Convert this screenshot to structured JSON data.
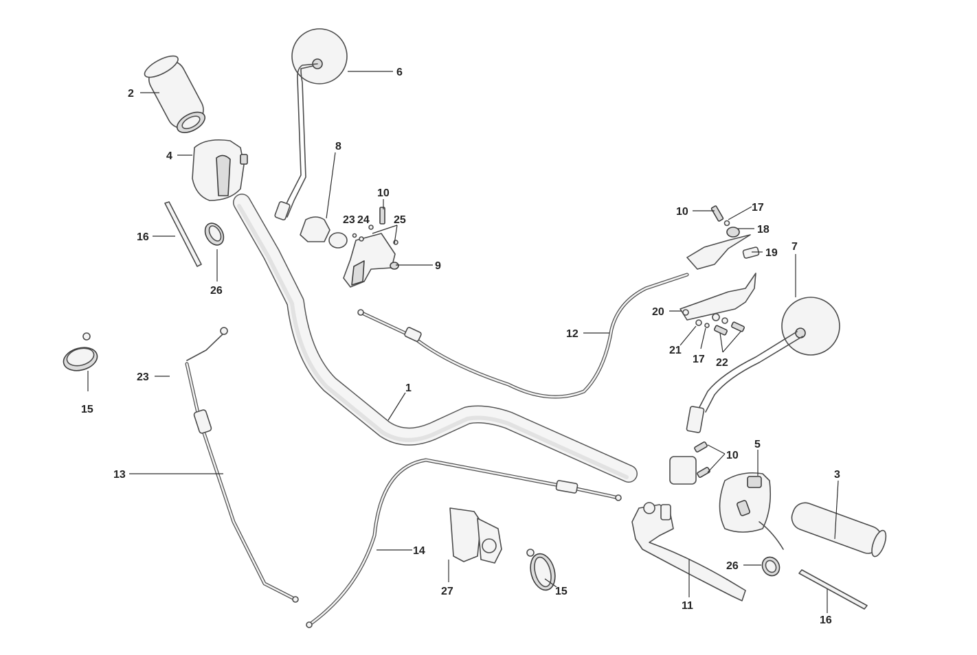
{
  "diagram": {
    "title": "Handlebar assembly exploded view",
    "colors": {
      "background": "#ffffff",
      "line": "#4a4a4a",
      "label": "#222222"
    },
    "parts": [
      {
        "id": "handlebar",
        "ref": "1"
      },
      {
        "id": "left-grip",
        "ref": "2"
      },
      {
        "id": "right-grip",
        "ref": "3"
      },
      {
        "id": "left-switch-housing",
        "ref": "4"
      },
      {
        "id": "right-switch-housing",
        "ref": "5"
      },
      {
        "id": "left-mirror",
        "ref": "6"
      },
      {
        "id": "right-mirror",
        "ref": "7"
      },
      {
        "id": "lever-bracket",
        "ref": "8"
      },
      {
        "id": "brake-master-cylinder",
        "ref": "9"
      },
      {
        "id": "clutch-lever",
        "ref": "11"
      },
      {
        "id": "cable-12",
        "ref": "12"
      },
      {
        "id": "throttle-cable",
        "ref": "13"
      },
      {
        "id": "cable-14",
        "ref": "14"
      },
      {
        "id": "mount-clamp",
        "ref": "27"
      },
      {
        "id": "brake-bracket",
        "ref": "20"
      }
    ],
    "callouts": [
      {
        "text": "2"
      },
      {
        "text": "6"
      },
      {
        "text": "4"
      },
      {
        "text": "8"
      },
      {
        "text": "10"
      },
      {
        "text": "23"
      },
      {
        "text": "24"
      },
      {
        "text": "25"
      },
      {
        "text": "16"
      },
      {
        "text": "26"
      },
      {
        "text": "9"
      },
      {
        "text": "10"
      },
      {
        "text": "17"
      },
      {
        "text": "18"
      },
      {
        "text": "19"
      },
      {
        "text": "7"
      },
      {
        "text": "20"
      },
      {
        "text": "12"
      },
      {
        "text": "21"
      },
      {
        "text": "17"
      },
      {
        "text": "22"
      },
      {
        "text": "15"
      },
      {
        "text": "23"
      },
      {
        "text": "1"
      },
      {
        "text": "13"
      },
      {
        "text": "10"
      },
      {
        "text": "5"
      },
      {
        "text": "3"
      },
      {
        "text": "14"
      },
      {
        "text": "27"
      },
      {
        "text": "15"
      },
      {
        "text": "26"
      },
      {
        "text": "11"
      },
      {
        "text": "16"
      }
    ]
  }
}
